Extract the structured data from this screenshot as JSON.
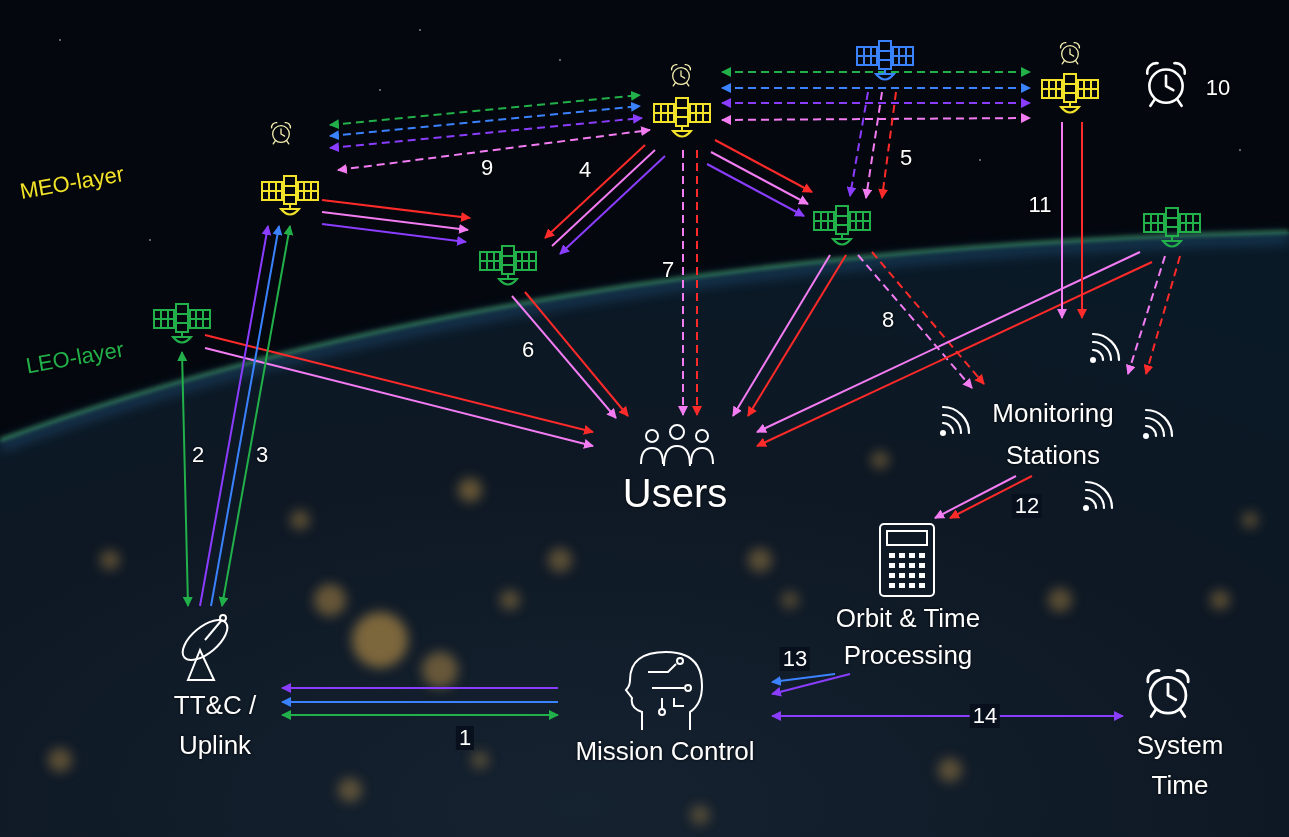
{
  "diagram": {
    "nodes": [
      {
        "text": [
          "Users"
        ]
      },
      {
        "text": [
          "Monitoring Stations"
        ]
      },
      {
        "text": [
          "Orbit & Time Processing"
        ]
      },
      {
        "text": [
          "TT&C / Uplink"
        ]
      },
      {
        "text": [
          "Mission Control"
        ]
      },
      {
        "text": [
          "System Time"
        ]
      }
    ],
    "edges": [
      {
        "from": 4,
        "to": 3,
        "arrow": "to"
      },
      {
        "from": 4,
        "to": 3,
        "arrow": "to"
      },
      {
        "from": 4,
        "to": 3,
        "arrow": "both",
        "label": "1"
      },
      {
        "from": 1,
        "to": 2,
        "arrow": "to"
      },
      {
        "from": 1,
        "to": 2,
        "arrow": "to",
        "label": "12"
      },
      {
        "from": 2,
        "to": 4,
        "arrow": "to",
        "label": "13"
      },
      {
        "from": 2,
        "to": 4,
        "arrow": "to"
      },
      {
        "from": 4,
        "to": 5,
        "arrow": "both",
        "label": "14"
      }
    ],
    "labels": [
      "MEO-layer",
      "LEO-layer",
      "10",
      "9",
      "4",
      "7",
      "5",
      "11",
      "6",
      "8",
      "2",
      "3"
    ]
  }
}
